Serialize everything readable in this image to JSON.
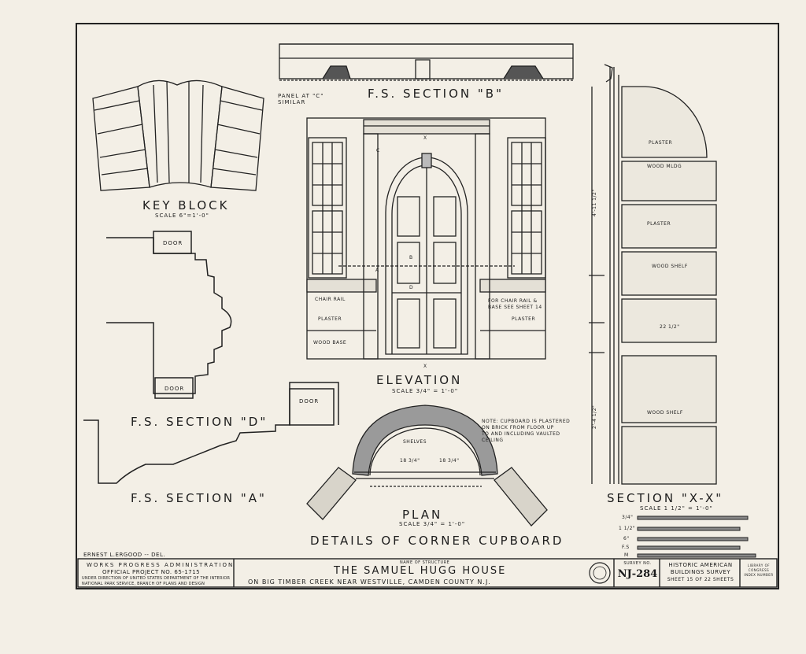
{
  "drawing": {
    "key_block": {
      "title": "KEY BLOCK",
      "scale": "SCALE 6\"=1'-0\""
    },
    "section_b": {
      "title": "F.S. SECTION \"B\"",
      "note": "PANEL AT \"C\"\nSIMILAR"
    },
    "section_d": {
      "title": "F.S. SECTION \"D\"",
      "door": "DOOR"
    },
    "section_a": {
      "title": "F.S. SECTION \"A\"",
      "door": "DOOR"
    },
    "section_d_door": "DOOR",
    "elevation": {
      "title": "ELEVATION",
      "scale": "SCALE 3/4\" = 1'-0\"",
      "chair_rail": "CHAIR RAIL",
      "plaster_left": "PLASTER",
      "wood_base": "WOOD BASE",
      "chair_rail_note": "FOR CHAIR RAIL &\nBASE SEE SHEET 14",
      "plaster_right": "PLASTER",
      "marker_x_top": "X",
      "marker_x_bottom": "X",
      "marker_a": "A",
      "marker_b": "B",
      "marker_c": "C",
      "marker_d": "D"
    },
    "plan": {
      "title": "PLAN",
      "scale": "SCALE 3/4\" = 1'-0\"",
      "shelves": "SHELVES",
      "note": "NOTE: CUPBOARD IS PLASTERED\nON BRICK FROM FLOOR UP\nTO AND INCLUDING VAULTED\nCEILING",
      "dim_left": "18 3/4\"",
      "dim_right": "18 3/4\""
    },
    "section_xx": {
      "title": "SECTION \"X-X\"",
      "scale": "SCALE 1 1/2\" = 1'-0\"",
      "plaster_top": "PLASTER",
      "wood_mldg": "WOOD MLDG",
      "plaster_mid": "PLASTER",
      "wood_shelf_1": "WOOD SHELF",
      "wood_shelf_2": "WOOD SHELF",
      "dim_total": "4'-11 1/2\"",
      "dim_lower": "2'-4 1/2\"",
      "dim_depth": "22 1/2\""
    },
    "details_title": "DETAILS OF CORNER CUPBOARD",
    "delineator": "ERNEST L.ERGOOD -- DEL."
  },
  "title_block": {
    "wpa": "WORKS PROGRESS ADMINISTRATION",
    "project": "OFFICIAL PROJECT NO. 65-1715",
    "under": "UNDER DIRECTION OF UNITED STATES DEPARTMENT OF THE INTERIOR",
    "branch": "NATIONAL PARK SERVICE, BRANCH OF PLANS AND DESIGN",
    "name_label": "NAME OF STRUCTURE",
    "name": "THE SAMUEL HUGG HOUSE",
    "location": "ON BIG TIMBER CREEK NEAR WESTVILLE, CAMDEN COUNTY N.J.",
    "survey_label": "SURVEY NO.",
    "survey_no": "NJ-284",
    "habs_1": "HISTORIC AMERICAN",
    "habs_2": "BUILDINGS SURVEY",
    "sheet": "SHEET 15 OF 22 SHEETS",
    "loc_1": "LIBRARY OF CONGRESS",
    "loc_2": "INDEX NUMBER"
  },
  "scale_bars": {
    "rows": [
      "3/4\"",
      "1 1/2\"",
      "6\"",
      "F.S",
      "M"
    ]
  }
}
